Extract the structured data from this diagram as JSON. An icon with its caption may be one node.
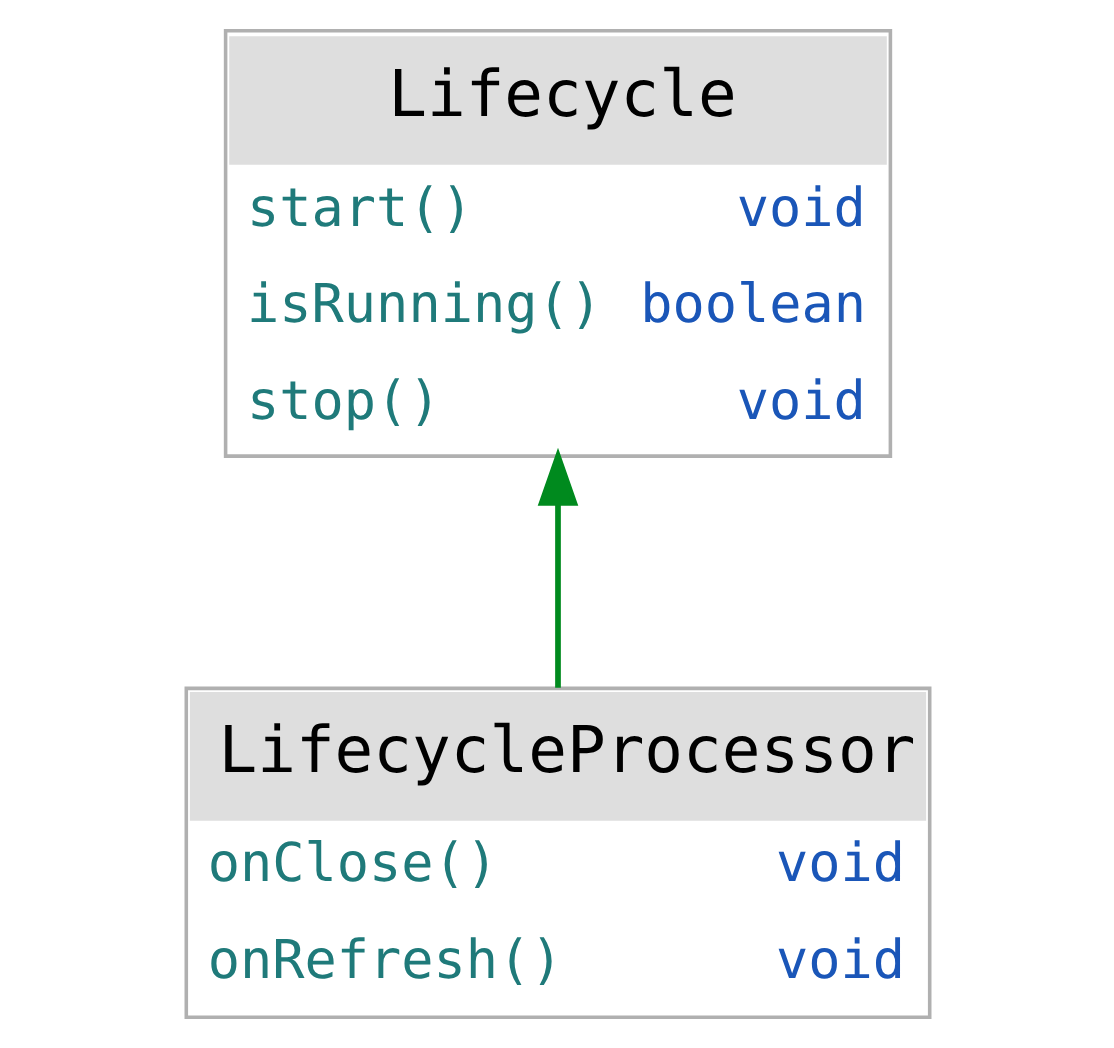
{
  "diagram": {
    "nodes": [
      {
        "text": [
          "Lifecycle",
          "start()",
          "void",
          "isRunning()",
          "boolean",
          "stop()",
          "void"
        ]
      },
      {
        "text": [
          "LifecycleProcessor",
          "onClose()",
          "void",
          "onRefresh()",
          "void"
        ]
      }
    ],
    "edges": [
      {
        "from": 1,
        "to": 0,
        "arrow": "to",
        "color": "#008a1e"
      }
    ]
  }
}
